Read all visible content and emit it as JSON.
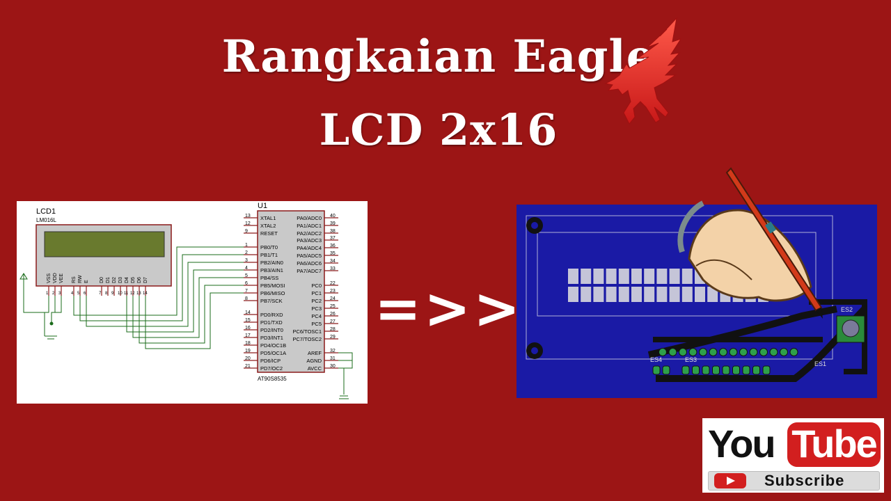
{
  "title_line1": "Rangkaian Eagle",
  "title_line2": "LCD 2x16",
  "arrow": "=>>",
  "schematic": {
    "lcd_name": "LCD1",
    "lcd_part": "LM016L",
    "lcd_pins": [
      "VSS",
      "VDD",
      "VEE",
      "RS",
      "RW",
      "E",
      "D0",
      "D1",
      "D2",
      "D3",
      "D4",
      "D5",
      "D6",
      "D7"
    ],
    "lcd_pin_numbers": [
      "1",
      "2",
      "3",
      "4",
      "5",
      "6",
      "7",
      "8",
      "9",
      "10",
      "11",
      "12",
      "13",
      "14"
    ],
    "mcu_name": "U1",
    "mcu_part": "AT90S8535",
    "left_pins": [
      {
        "num": "13",
        "name": "XTAL1"
      },
      {
        "num": "12",
        "name": "XTAL2"
      },
      {
        "num": "9",
        "name": "RESET"
      },
      {
        "num": "1",
        "name": "PB0/T0"
      },
      {
        "num": "2",
        "name": "PB1/T1"
      },
      {
        "num": "3",
        "name": "PB2/AIN0"
      },
      {
        "num": "4",
        "name": "PB3/AIN1"
      },
      {
        "num": "5",
        "name": "PB4/SS"
      },
      {
        "num": "6",
        "name": "PB5/MOSI"
      },
      {
        "num": "7",
        "name": "PB6/MISO"
      },
      {
        "num": "8",
        "name": "PB7/SCK"
      },
      {
        "num": "14",
        "name": "PD0/RXD"
      },
      {
        "num": "15",
        "name": "PD1/TXD"
      },
      {
        "num": "16",
        "name": "PD2/INT0"
      },
      {
        "num": "17",
        "name": "PD3/INT1"
      },
      {
        "num": "18",
        "name": "PD4/OC1B"
      },
      {
        "num": "19",
        "name": "PD5/OC1A"
      },
      {
        "num": "20",
        "name": "PD6/ICP"
      },
      {
        "num": "21",
        "name": "PD7/OC2"
      }
    ],
    "right_pins": [
      {
        "num": "40",
        "name": "PA0/ADC0"
      },
      {
        "num": "39",
        "name": "PA1/ADC1"
      },
      {
        "num": "38",
        "name": "PA2/ADC2"
      },
      {
        "num": "37",
        "name": "PA3/ADC3"
      },
      {
        "num": "36",
        "name": "PA4/ADC4"
      },
      {
        "num": "35",
        "name": "PA5/ADC5"
      },
      {
        "num": "34",
        "name": "PA6/ADC6"
      },
      {
        "num": "33",
        "name": "PA7/ADC7"
      },
      {
        "num": "22",
        "name": "PC0"
      },
      {
        "num": "23",
        "name": "PC1"
      },
      {
        "num": "24",
        "name": "PC2"
      },
      {
        "num": "25",
        "name": "PC3"
      },
      {
        "num": "26",
        "name": "PC4"
      },
      {
        "num": "27",
        "name": "PC5"
      },
      {
        "num": "28",
        "name": "PC6/TOSC1"
      },
      {
        "num": "29",
        "name": "PC7/TOSC2"
      },
      {
        "num": "32",
        "name": "AREF"
      },
      {
        "num": "31",
        "name": "AGND"
      },
      {
        "num": "30",
        "name": "AVCC"
      }
    ]
  },
  "pcb": {
    "labels": [
      "ES2",
      "ES4",
      "ES3",
      "ES1"
    ]
  },
  "youtube": {
    "you": "You",
    "tube": "Tube",
    "subscribe": "Subscribe"
  }
}
